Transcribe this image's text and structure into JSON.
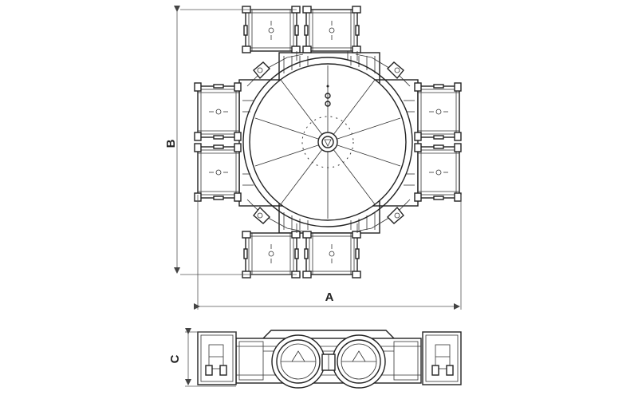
{
  "drawing": {
    "dimensions": [
      {
        "id": "A",
        "label": "A"
      },
      {
        "id": "B",
        "label": "B"
      },
      {
        "id": "C",
        "label": "C"
      }
    ],
    "colors": {
      "line": "#222222",
      "background": "#ffffff"
    }
  }
}
